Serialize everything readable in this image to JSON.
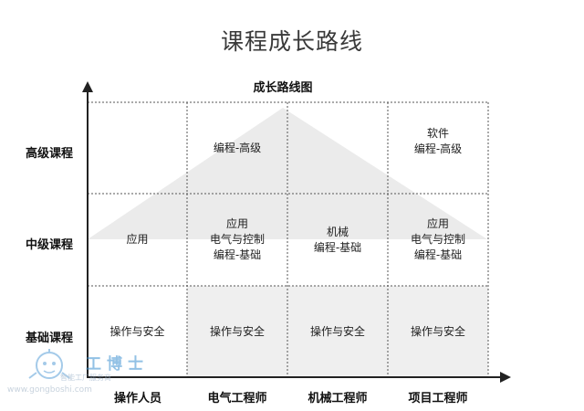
{
  "page_title": "课程成长路线",
  "diagram_title": "成长路线图",
  "row_labels": [
    "高级课程",
    "中级课程",
    "基础课程"
  ],
  "col_labels": [
    "操作人员",
    "电气工程师",
    "机械工程师",
    "项目工程师"
  ],
  "cells": {
    "advanced": [
      "",
      "编程-高级",
      "",
      "软件\n编程-高级"
    ],
    "intermediate": [
      "应用",
      "应用\n电气与控制\n编程-基础",
      "机械\n编程-基础",
      "应用\n电气与控制\n编程-基础"
    ],
    "basic": [
      "操作与安全",
      "操作与安全",
      "操作与安全",
      "操作与安全"
    ]
  },
  "watermark": {
    "brand": "工博士",
    "tagline": "智能工厂服务商",
    "url": "www.gongboshi.com"
  },
  "colors": {
    "grid_line": "#555555",
    "axis": "#222222",
    "triangle_fill": "#e9e9e9",
    "shaded_cell": "#efefef",
    "watermark": "#3a8fd0"
  }
}
